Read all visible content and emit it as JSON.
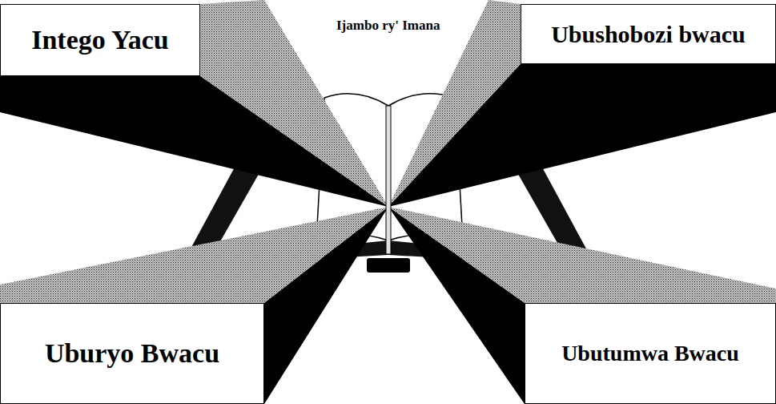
{
  "diagram": {
    "nodes": [
      {
        "text": [
          "Intego Yacu"
        ]
      },
      {
        "text": [
          "Ubushobozi bwacu"
        ]
      },
      {
        "text": [
          "Uburyo Bwacu"
        ]
      },
      {
        "text": [
          "Ubutumwa Bwacu"
        ]
      }
    ],
    "labels": [
      "Ijambo ry' Imana"
    ]
  }
}
